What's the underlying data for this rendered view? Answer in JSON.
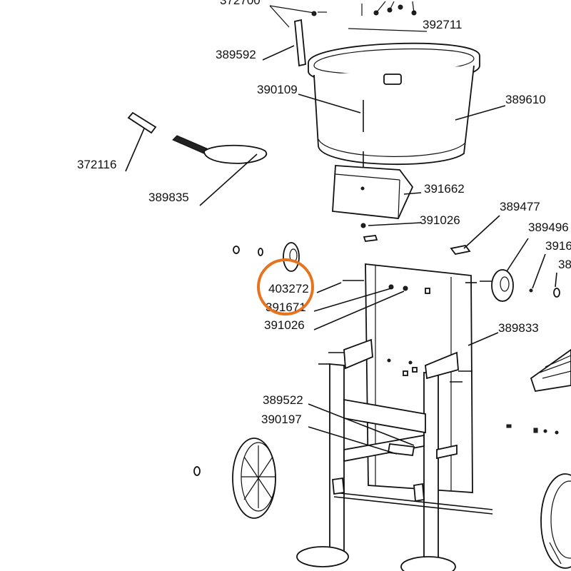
{
  "diagram": {
    "labels": {
      "p372700": "372700",
      "p392711": "392711",
      "p389592": "389592",
      "p390109": "390109",
      "p389610": "389610",
      "p372116": "372116",
      "p389835": "389835",
      "p391662": "391662",
      "p391026a": "391026",
      "p389477": "389477",
      "p389496": "389496",
      "p3916": "3916",
      "p38": "38",
      "p403272": "403272",
      "p391671": "391671",
      "p391026b": "391026",
      "p389833": "389833",
      "p389522": "389522",
      "p390197": "390197"
    },
    "highlight": {
      "part": "403272",
      "color": "#e8731e"
    }
  }
}
